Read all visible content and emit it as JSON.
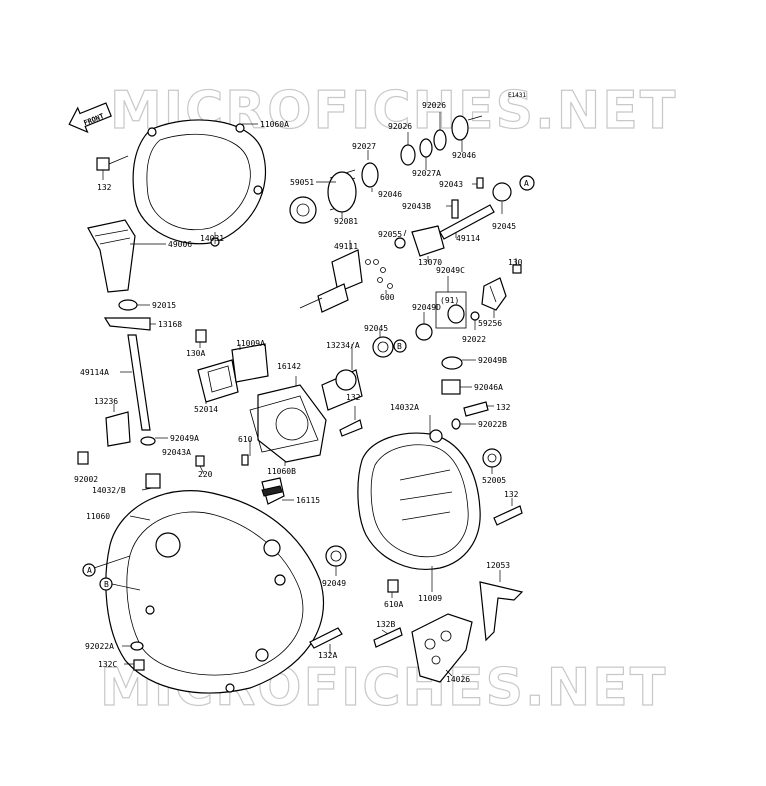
{
  "diagram": {
    "ref_code": "E1431",
    "front_label": "FRONT",
    "watermark_top": "MICROFICHES.NET",
    "watermark_bottom": "MICROFICHES.NET"
  },
  "part_labels": [
    "11060A",
    "132",
    "49006",
    "14031",
    "92015",
    "13168",
    "49114A",
    "13236",
    "92049A",
    "92002",
    "92043A",
    "220",
    "14032/B",
    "11060",
    "A",
    "B",
    "92022A",
    "132C",
    "130A",
    "11009A",
    "52014",
    "16142",
    "610",
    "11060B",
    "16115",
    "92026",
    "92026",
    "92027",
    "92046",
    "92027A",
    "92043",
    "92081",
    "92046",
    "59051",
    "92043B",
    "49114",
    "92045",
    "A",
    "92055",
    "49111",
    "13070",
    "92049C",
    "(91)",
    "130",
    "600",
    "92045",
    "92049D",
    "59256",
    "92022",
    "B",
    "13234/A",
    "92049B",
    "92046A",
    "132",
    "14032A",
    "132",
    "92022B",
    "52005",
    "132",
    "92049",
    "12053",
    "610A",
    "11009",
    "132B",
    "132A",
    "14026"
  ]
}
